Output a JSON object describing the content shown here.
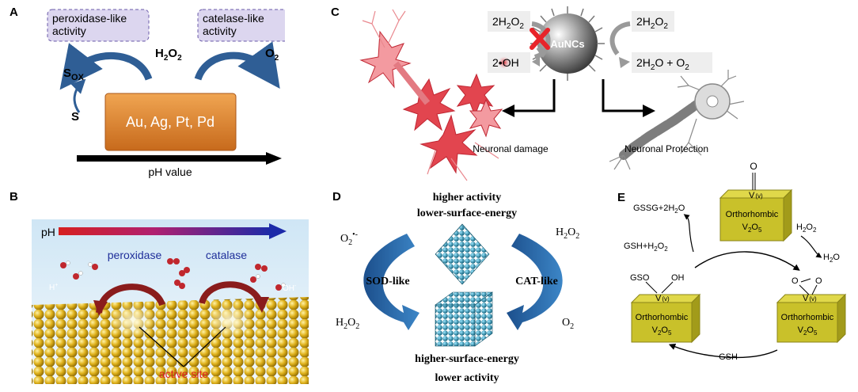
{
  "panels": {
    "a": {
      "label": "A",
      "peroxidase_line1": "peroxidase-like",
      "peroxidase_line2": "activity",
      "catalase_line1": "catelase-like",
      "catalase_line2": "activity",
      "sox": "S",
      "sox_sub": "OX",
      "h2o2": "H",
      "h2o2_sub": "2",
      "h2o2_o": "O",
      "h2o2_sub2": "2",
      "o2": "O",
      "o2_sub": "2",
      "s": "S",
      "metals": "Au, Ag, Pt, Pd",
      "axis": "pH value"
    },
    "b": {
      "label": "B",
      "ph": "pH",
      "peroxidase": "peroxidase",
      "catalase": "catalase",
      "hplus": "H",
      "hplus_sup": "+",
      "ohminus": "OH",
      "ohminus_sup": "-",
      "active": "active site"
    },
    "c": {
      "label": "C",
      "left_h2o2": "2H",
      "left_h2o2_sub": "2",
      "left_h2o2_o": "O",
      "left_h2o2_sub2": "2",
      "right_h2o2": "2H",
      "right_h2o2_sub": "2",
      "right_h2o2_o": "O",
      "right_h2o2_sub2": "2",
      "oh": "2•OH",
      "products": "2H",
      "products_sub": "2",
      "products_rest": "O + O",
      "products_sub2": "2",
      "aunc": "AuNCs",
      "damage": "Neuronal damage",
      "protection": "Neuronal Protection"
    },
    "d": {
      "label": "D",
      "top1": "higher activity",
      "top2": "lower-surface-energy",
      "bot1": "higher-surface-energy",
      "bot2": "lower activity",
      "sod": "SOD-like",
      "cat": "CAT-like",
      "o2rad": "O",
      "o2rad_sub": "2",
      "o2rad_sup": "•-",
      "h2o2_left": "H",
      "h2o2_left_sub": "2",
      "h2o2_left_o": "O",
      "h2o2_left_sub2": "2",
      "h2o2_right": "H",
      "h2o2_right_sub": "2",
      "h2o2_right_o": "O",
      "h2o2_right_sub2": "2",
      "o2": "O",
      "o2_sub": "2"
    },
    "e": {
      "label": "E",
      "o_atom": "O",
      "v_top": "V",
      "v_top_ox": "(v)",
      "ortho_top": "Orthorhombic",
      "v2o5_top": "V",
      "v2o5_top_sub1": "2",
      "v2o5_top_o": "O",
      "v2o5_top_sub2": "5",
      "gssg": "GSSG+2H",
      "gssg_sub": "2",
      "gssg_o": "O",
      "gsh_h2o2": "GSH+H",
      "gsh_h2o2_sub": "2",
      "gsh_h2o2_o": "O",
      "gsh_h2o2_sub2": "2",
      "h2o2": "H",
      "h2o2_sub": "2",
      "h2o2_o": "O",
      "h2o2_sub2": "2",
      "h2o": "H",
      "h2o_sub": "2",
      "h2o_o": "O",
      "gso": "GSO",
      "oh": "OH",
      "v_left": "V",
      "v_left_ox": "(v)",
      "ortho_left": "Orthorhombic",
      "v2o5_left": "V",
      "v2o5_left_sub1": "2",
      "v2o5_left_o": "O",
      "v2o5_left_sub2": "5",
      "perox_o1": "O",
      "perox_o2": "O",
      "v_right": "V",
      "v_right_ox": "(v)",
      "ortho_right": "Orthorhombic",
      "v2o5_right": "V",
      "v2o5_right_sub1": "2",
      "v2o5_right_o": "O",
      "v2o5_right_sub2": "5",
      "gsh": "GSH"
    }
  },
  "colors": {
    "arrow_blue": "#2f5e95",
    "metal_orange": "#d97a2a",
    "box_purple": "#dcd6ef",
    "vo_yellow": "#c9c12a",
    "gold": "#d6a916"
  }
}
